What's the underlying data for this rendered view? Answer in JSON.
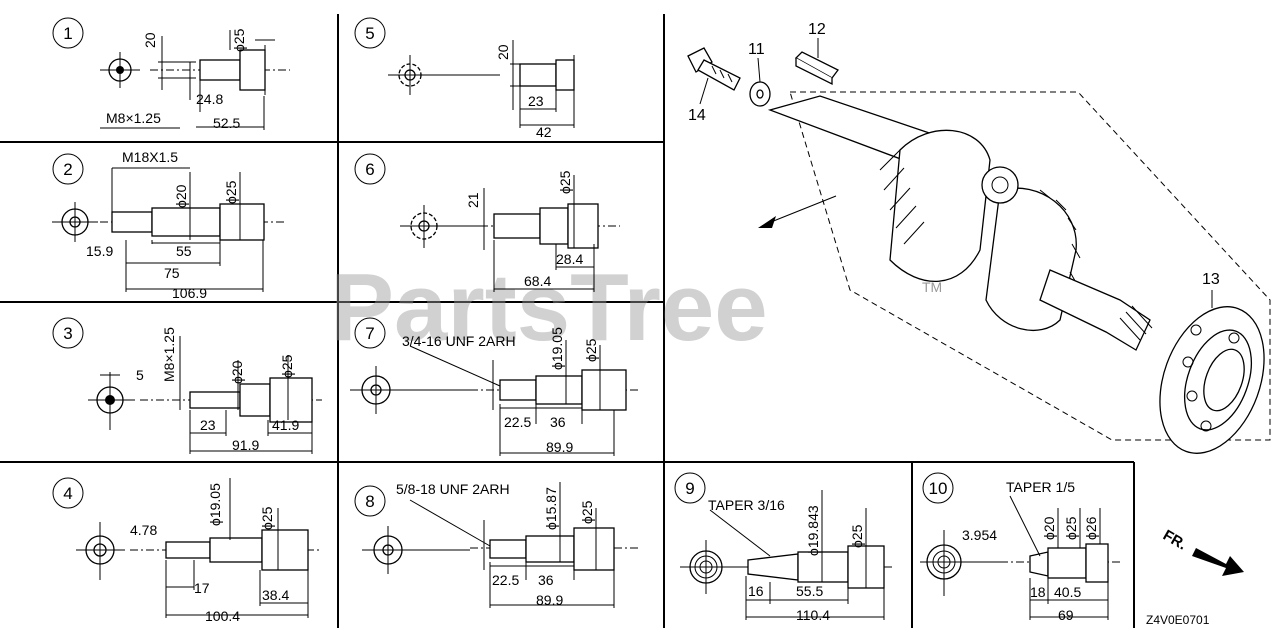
{
  "watermark": "PartsTree",
  "trademark": "TM",
  "drawing_code": "Z4V0E0701",
  "front_label": "FR.",
  "variants": [
    {
      "no": "1",
      "note": "M8×1.25",
      "dims": [
        "20",
        "ϕ25",
        "24.8",
        "52.5"
      ]
    },
    {
      "no": "2",
      "note": "M18X1.5",
      "dims": [
        "ϕ20",
        "ϕ25",
        "15.9",
        "55",
        "75",
        "106.9"
      ]
    },
    {
      "no": "3",
      "note": "M8×1.25",
      "dims": [
        "5",
        "ϕ20",
        "ϕ25",
        "23",
        "41.9",
        "91.9"
      ]
    },
    {
      "no": "4",
      "note": "",
      "dims": [
        "4.78",
        "ϕ19.05",
        "ϕ25",
        "17",
        "38.4",
        "100.4"
      ]
    },
    {
      "no": "5",
      "note": "",
      "dims": [
        "20",
        "23",
        "42"
      ]
    },
    {
      "no": "6",
      "note": "",
      "dims": [
        "21",
        "ϕ25",
        "28.4",
        "68.4"
      ]
    },
    {
      "no": "7",
      "note": "3/4-16 UNF 2ARH",
      "dims": [
        "ϕ19.05",
        "ϕ25",
        "22.5",
        "36",
        "89.9"
      ]
    },
    {
      "no": "8",
      "note": "5/8-18 UNF 2ARH",
      "dims": [
        "ϕ15.87",
        "ϕ25",
        "22.5",
        "36",
        "89.9"
      ]
    },
    {
      "no": "9",
      "note": "TAPER 3/16",
      "dims": [
        "ϕ19.843",
        "ϕ25",
        "16",
        "55.5",
        "110.4"
      ]
    },
    {
      "no": "10",
      "note": "TAPER 1/5",
      "dims": [
        "3.954",
        "ϕ20",
        "ϕ25",
        "ϕ26",
        "18",
        "40.5",
        "69"
      ]
    }
  ],
  "callouts": [
    "11",
    "12",
    "13",
    "14"
  ]
}
